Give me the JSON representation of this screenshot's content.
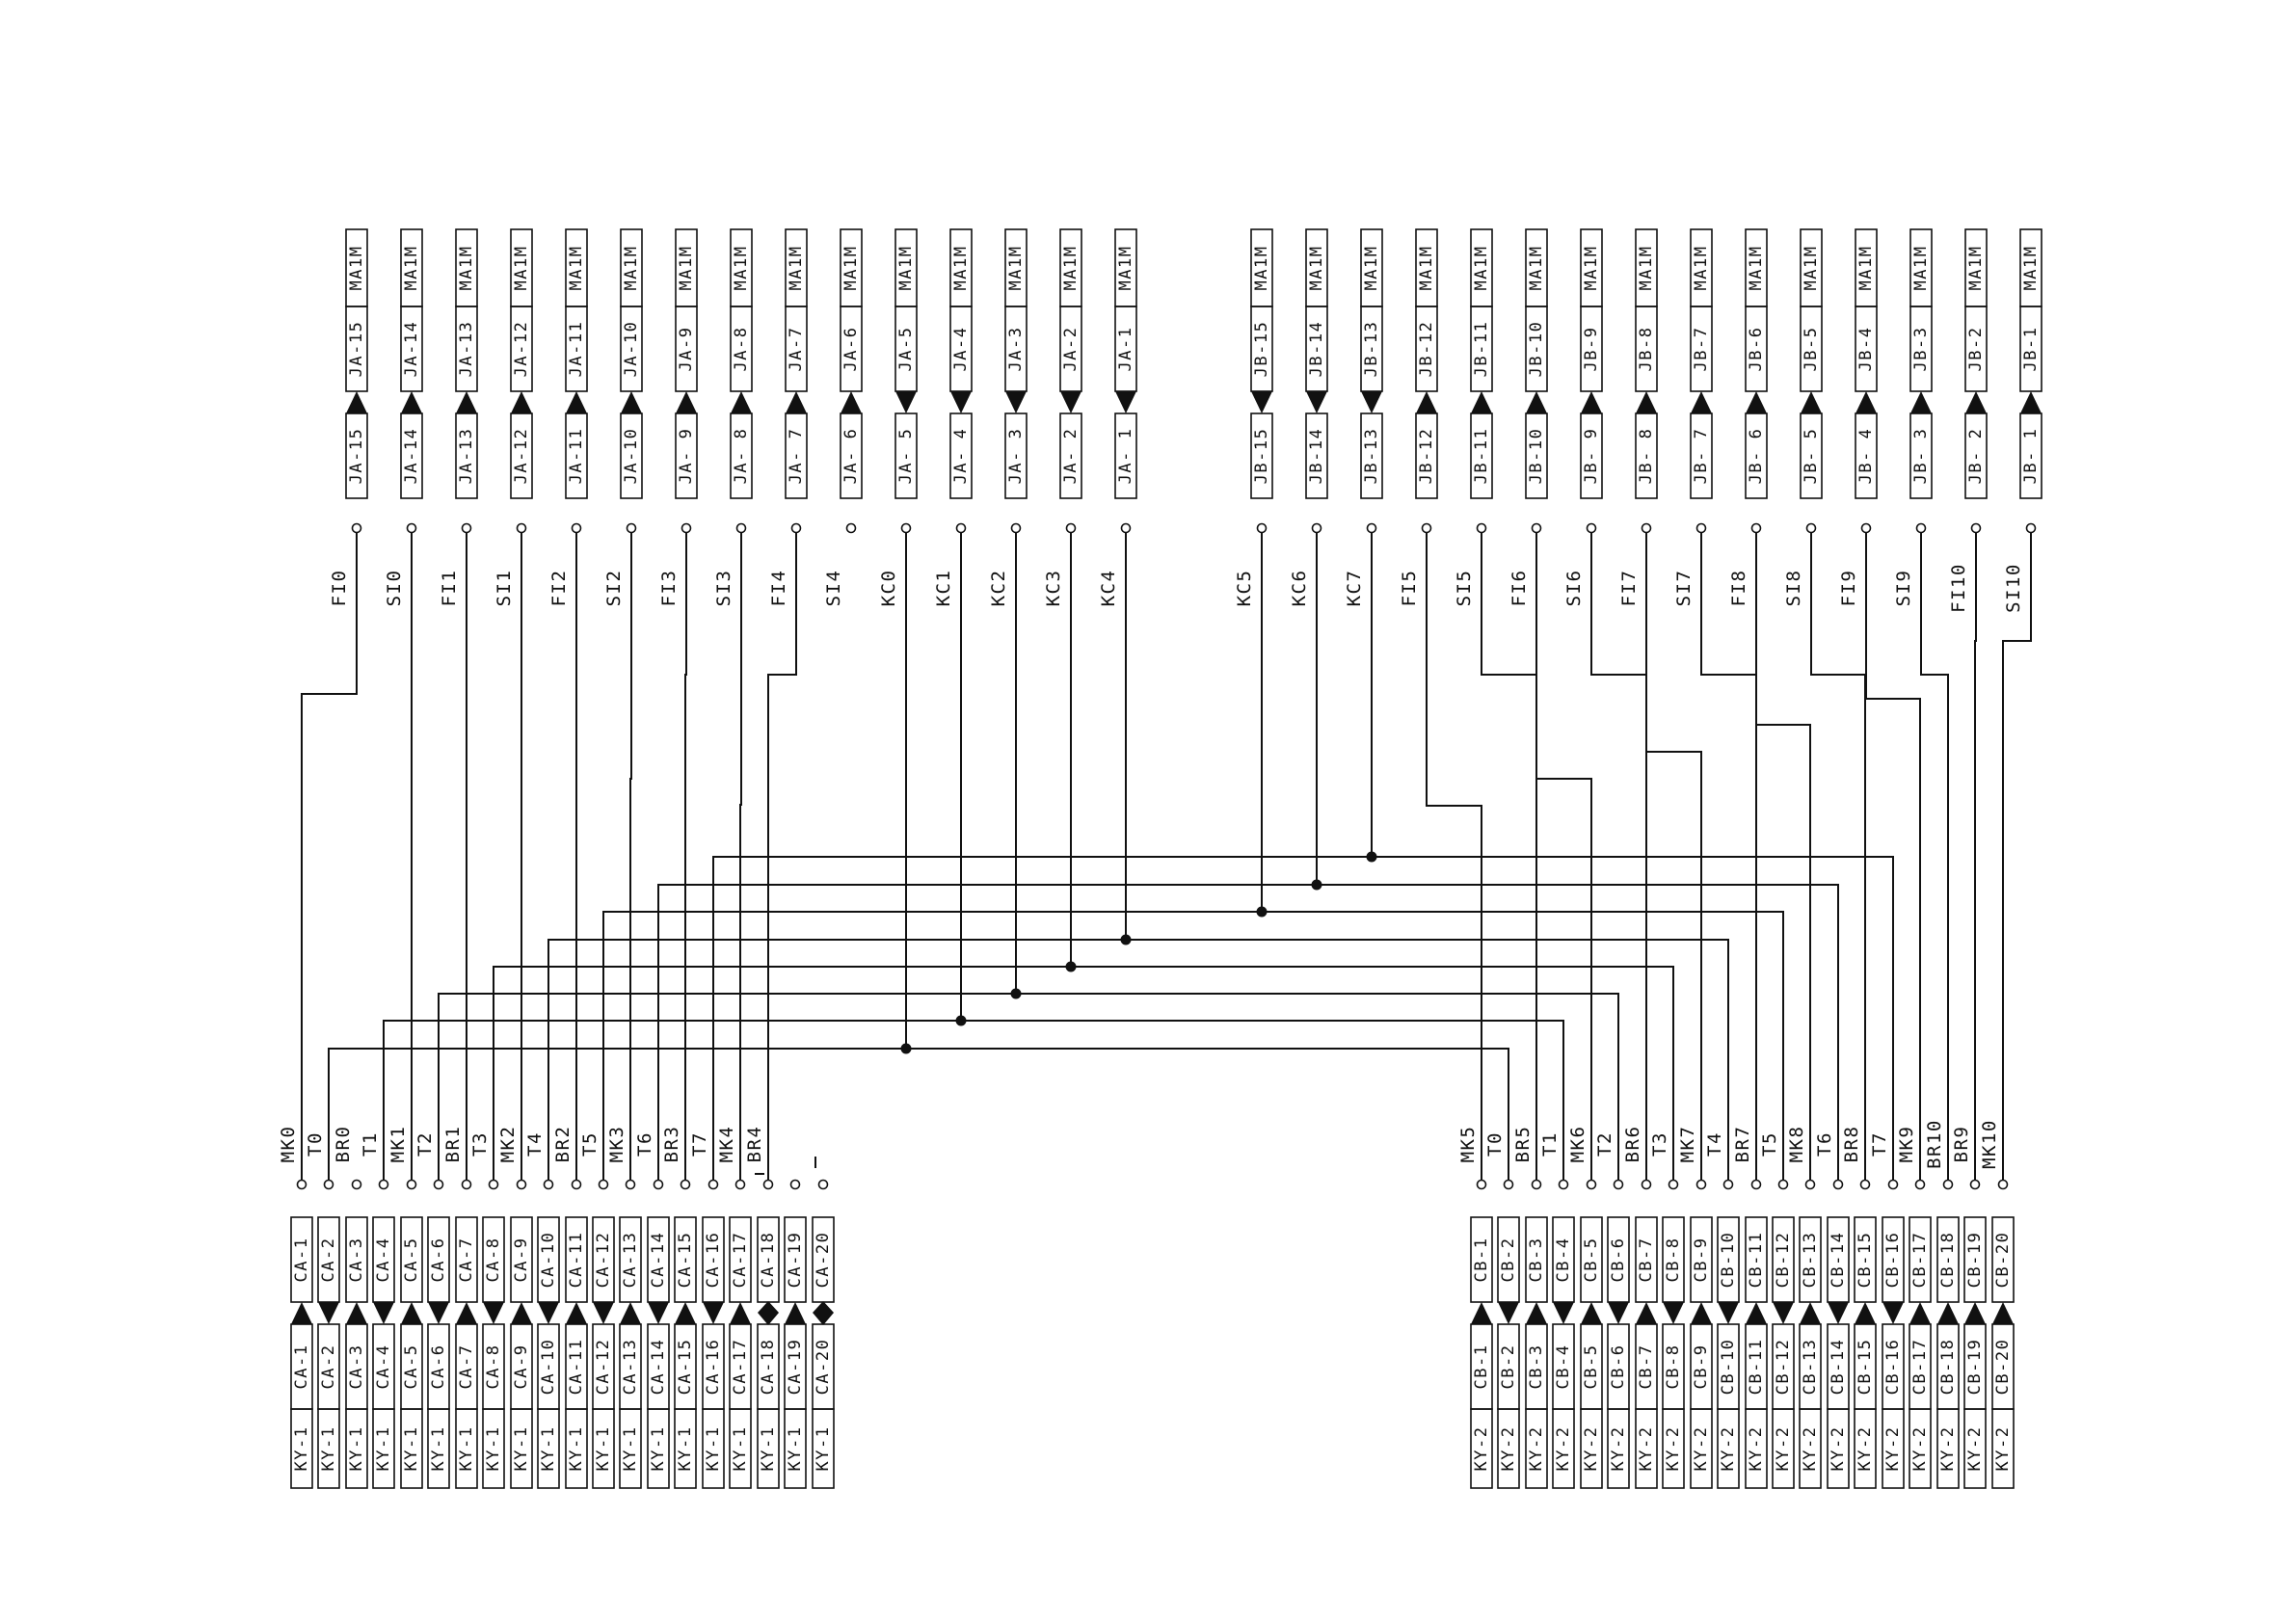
{
  "top_groups": [
    {
      "id": "JA",
      "pin_prefix": "JA-",
      "part_label": "MA1M",
      "pins": [
        {
          "num": "15",
          "dir": "up",
          "net": "FI0"
        },
        {
          "num": "14",
          "dir": "up",
          "net": "SI0"
        },
        {
          "num": "13",
          "dir": "up",
          "net": "FI1"
        },
        {
          "num": "12",
          "dir": "up",
          "net": "SI1"
        },
        {
          "num": "11",
          "dir": "up",
          "net": "FI2"
        },
        {
          "num": "10",
          "dir": "up",
          "net": "SI2"
        },
        {
          "num": " 9",
          "dir": "up",
          "net": "FI3"
        },
        {
          "num": " 8",
          "dir": "up",
          "net": "SI3"
        },
        {
          "num": " 7",
          "dir": "up",
          "net": "FI4"
        },
        {
          "num": " 6",
          "dir": "up",
          "net": "SI4"
        },
        {
          "num": " 5",
          "dir": "down",
          "net": "KC0"
        },
        {
          "num": " 4",
          "dir": "down",
          "net": "KC1"
        },
        {
          "num": " 3",
          "dir": "down",
          "net": "KC2"
        },
        {
          "num": " 2",
          "dir": "down",
          "net": "KC3"
        },
        {
          "num": " 1",
          "dir": "down",
          "net": "KC4"
        }
      ]
    },
    {
      "id": "JB",
      "pin_prefix": "JB-",
      "part_label": "MA1M",
      "pins": [
        {
          "num": "15",
          "dir": "down",
          "net": "KC5"
        },
        {
          "num": "14",
          "dir": "down",
          "net": "KC6"
        },
        {
          "num": "13",
          "dir": "down",
          "net": "KC7"
        },
        {
          "num": "12",
          "dir": "up",
          "net": "FI5"
        },
        {
          "num": "11",
          "dir": "up",
          "net": "SI5"
        },
        {
          "num": "10",
          "dir": "up",
          "net": "FI6"
        },
        {
          "num": " 9",
          "dir": "up",
          "net": "SI6"
        },
        {
          "num": " 8",
          "dir": "up",
          "net": "FI7"
        },
        {
          "num": " 7",
          "dir": "up",
          "net": "SI7"
        },
        {
          "num": " 6",
          "dir": "up",
          "net": "FI8"
        },
        {
          "num": " 5",
          "dir": "up",
          "net": "SI8"
        },
        {
          "num": " 4",
          "dir": "up",
          "net": "FI9"
        },
        {
          "num": " 3",
          "dir": "up",
          "net": "SI9"
        },
        {
          "num": " 2",
          "dir": "up",
          "net": "FI10"
        },
        {
          "num": " 1",
          "dir": "up",
          "net": "SI10"
        }
      ]
    }
  ],
  "bottom_groups": [
    {
      "id": "CA",
      "part_label": "KY-1",
      "pin_prefix": "CA-",
      "pins": [
        {
          "num": "1",
          "dir": "up",
          "net": "MK0"
        },
        {
          "num": "2",
          "dir": "down",
          "net": "T0"
        },
        {
          "num": "3",
          "dir": "up",
          "net": "BR0"
        },
        {
          "num": "4",
          "dir": "down",
          "net": "T1"
        },
        {
          "num": "5",
          "dir": "up",
          "net": "MK1"
        },
        {
          "num": "6",
          "dir": "down",
          "net": "T2"
        },
        {
          "num": "7",
          "dir": "up",
          "net": "BR1"
        },
        {
          "num": "8",
          "dir": "down",
          "net": "T3"
        },
        {
          "num": "9",
          "dir": "up",
          "net": "MK2"
        },
        {
          "num": "10",
          "dir": "down",
          "net": "T4"
        },
        {
          "num": "11",
          "dir": "up",
          "net": "BR2"
        },
        {
          "num": "12",
          "dir": "down",
          "net": "T5"
        },
        {
          "num": "13",
          "dir": "up",
          "net": "MK3"
        },
        {
          "num": "14",
          "dir": "down",
          "net": "T6"
        },
        {
          "num": "15",
          "dir": "up",
          "net": "BR3"
        },
        {
          "num": "16",
          "dir": "down",
          "net": "T7"
        },
        {
          "num": "17",
          "dir": "up",
          "net": "MK4"
        },
        {
          "num": "18",
          "dir": "diamond",
          "net": "BR4"
        },
        {
          "num": "19",
          "dir": "up",
          "net": ""
        },
        {
          "num": "20",
          "dir": "diamond",
          "net": ""
        }
      ]
    },
    {
      "id": "CB",
      "part_label": "KY-2",
      "pin_prefix": "CB-",
      "pins": [
        {
          "num": "1",
          "dir": "up",
          "net": "MK5"
        },
        {
          "num": "2",
          "dir": "down",
          "net": "T0"
        },
        {
          "num": "3",
          "dir": "up",
          "net": "BR5"
        },
        {
          "num": "4",
          "dir": "down",
          "net": "T1"
        },
        {
          "num": "5",
          "dir": "up",
          "net": "MK6"
        },
        {
          "num": "6",
          "dir": "down",
          "net": "T2"
        },
        {
          "num": "7",
          "dir": "up",
          "net": "BR6"
        },
        {
          "num": "8",
          "dir": "down",
          "net": "T3"
        },
        {
          "num": "9",
          "dir": "up",
          "net": "MK7"
        },
        {
          "num": "10",
          "dir": "down",
          "net": "T4"
        },
        {
          "num": "11",
          "dir": "up",
          "net": "BR7"
        },
        {
          "num": "12",
          "dir": "down",
          "net": "T5"
        },
        {
          "num": "13",
          "dir": "up",
          "net": "MK8"
        },
        {
          "num": "14",
          "dir": "down",
          "net": "T6"
        },
        {
          "num": "15",
          "dir": "up",
          "net": "BR8"
        },
        {
          "num": "16",
          "dir": "down",
          "net": "T7"
        },
        {
          "num": "17",
          "dir": "up",
          "net": "MK9"
        },
        {
          "num": "18",
          "dir": "up",
          "net": "BR10"
        },
        {
          "num": "19",
          "dir": "up",
          "net": "BR9"
        },
        {
          "num": "20",
          "dir": "up",
          "net": "MK10"
        }
      ]
    }
  ],
  "wiring": {
    "top_to_bottom": [
      [
        "FI0",
        "MK0"
      ],
      [
        "SI0",
        "MK1"
      ],
      [
        "FI1",
        "BR1"
      ],
      [
        "SI1",
        "MK2"
      ],
      [
        "FI2",
        "BR2"
      ],
      [
        "SI2",
        "MK3"
      ],
      [
        "FI3",
        "BR3"
      ],
      [
        "SI3",
        "MK4"
      ],
      [
        "FI4",
        "BR4"
      ],
      [
        "FI5",
        "MK5"
      ],
      [
        "SI5",
        "BR5"
      ],
      [
        "FI6",
        "MK6"
      ],
      [
        "SI6",
        "BR6"
      ],
      [
        "FI7",
        "MK7"
      ],
      [
        "SI7",
        "BR7"
      ],
      [
        "FI8",
        "MK8"
      ],
      [
        "SI8",
        "BR8"
      ],
      [
        "FI9",
        "MK9"
      ],
      [
        "SI9",
        "BR10"
      ],
      [
        "FI10",
        "BR9"
      ],
      [
        "SI10",
        "MK10"
      ]
    ],
    "scan_buses": [
      {
        "net": "KC0",
        "pins": [
          "T0"
        ]
      },
      {
        "net": "KC1",
        "pins": [
          "T1"
        ]
      },
      {
        "net": "KC2",
        "pins": [
          "T2"
        ]
      },
      {
        "net": "KC3",
        "pins": [
          "T3"
        ]
      },
      {
        "net": "KC4",
        "pins": [
          "T4"
        ]
      },
      {
        "net": "KC5",
        "pins": [
          "T5"
        ]
      },
      {
        "net": "KC6",
        "pins": [
          "T6"
        ]
      },
      {
        "net": "KC7",
        "pins": [
          "T7"
        ]
      }
    ]
  }
}
